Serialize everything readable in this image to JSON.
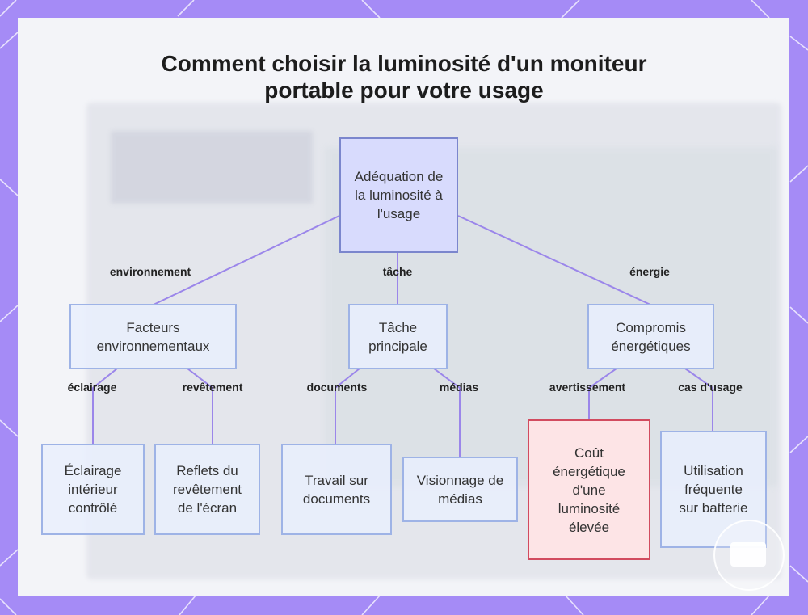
{
  "title": "Comment choisir la luminosité d'un moniteur portable pour votre usage",
  "nodes": {
    "root": "Adéquation de la luminosité à l'usage",
    "env": "Facteurs environnementaux",
    "task": "Tâche principale",
    "energy": "Compromis énergétiques",
    "indoor": "Éclairage intérieur contrôlé",
    "coating": "Reflets du revêtement de l'écran",
    "docs": "Travail sur documents",
    "media": "Visionnage de médias",
    "cost": "Coût énergétique d'une luminosité élevée",
    "battery": "Utilisation fréquente sur batterie"
  },
  "edges": {
    "environnement": "environnement",
    "tache": "tâche",
    "energie": "énergie",
    "eclairage": "éclairage",
    "revetement": "revêtement",
    "documents": "documents",
    "medias": "médias",
    "avertissement": "avertissement",
    "cas_usage": "cas d'usage"
  },
  "colors": {
    "frame": "#a58bf6",
    "edge": "#9b86ea",
    "node_fill": "#e9eefd",
    "node_border": "#9eb3e6",
    "root_fill": "#d8dbfd",
    "warn_fill": "#fde4e6",
    "warn_border": "#d24b5f"
  }
}
